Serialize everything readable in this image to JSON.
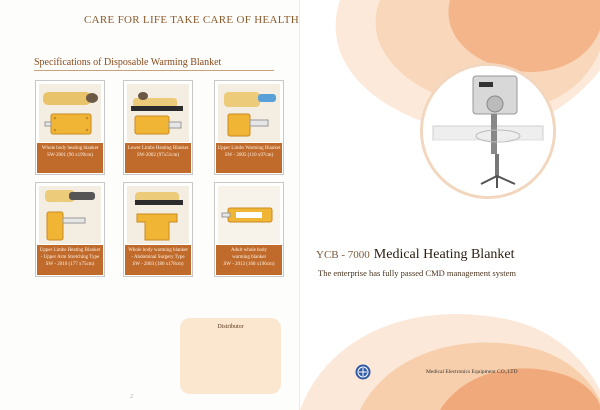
{
  "left_page": {
    "tagline": "CARE FOR LIFE  TAKE CARE OF HEALTH",
    "spec_title": "Specifications of Disposable Warming Blanket",
    "products": [
      {
        "line1": "Whole body heating blanket",
        "line2": "SW-2001 (90 x199cm)"
      },
      {
        "line1": "Lower Limbs Heating Blanket",
        "line2": "SW-2002 (97x51cm)"
      },
      {
        "line1": "Upper Limbs Warming Blanket",
        "line2": "SW - 2005 (110 x97cm)"
      },
      {
        "line1": "Upper Limbs Heating Blanket",
        "line2": "- Upper Arm Stretching Type",
        "line3": "SW - 2010 (177 x75cm)"
      },
      {
        "line1": "Whole body warming blanket",
        "line2": "- Abdominal Surgery Type",
        "line3": "SW - 2003 (180 x178cm)"
      },
      {
        "line1": "Adult whole body",
        "line2": "warming blanket",
        "line3": "SW - 2013 (168 x196cm)"
      }
    ],
    "distributor_label": "Distributor",
    "page_number": "2"
  },
  "right_page": {
    "model_code": "YCB - 7000",
    "product_name": "Medical Heating Blanket",
    "subtitle": "The enterprise has fully passed CMD management system",
    "company": "Medical Electronics Equipment CO.,LTD",
    "colors": {
      "accent": "#e8925a",
      "caption_bg": "#c06a2b",
      "wave_light": "#fbe0cb"
    }
  }
}
